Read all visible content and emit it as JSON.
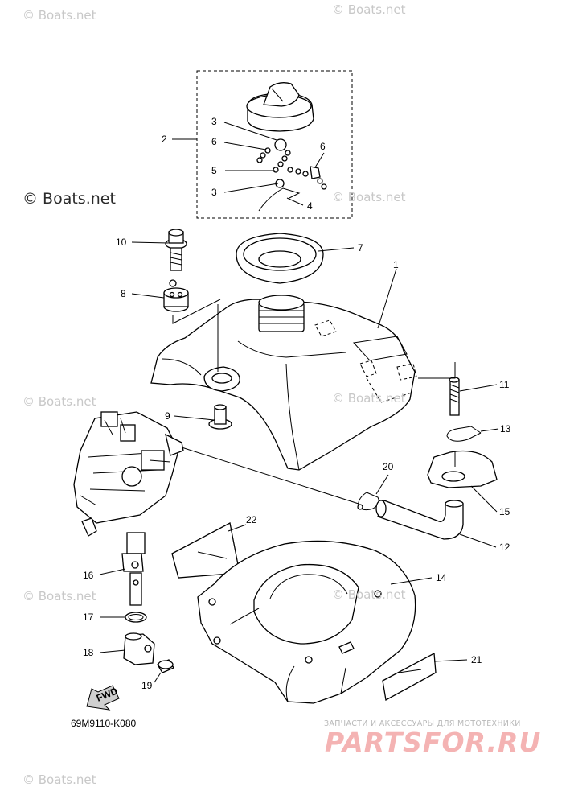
{
  "watermarks": [
    "© Boats.net",
    "© Boats.net",
    "© Boats.net",
    "© Boats.net",
    "© Boats.net",
    "© Boats.net",
    "© Boats.net",
    "© Boats.net",
    "© Boats.net"
  ],
  "callouts": {
    "c1": "1",
    "c2": "2",
    "c3a": "3",
    "c3b": "3",
    "c4": "4",
    "c5": "5",
    "c6a": "6",
    "c6b": "6",
    "c7": "7",
    "c8": "8",
    "c9": "9",
    "c10": "10",
    "c11": "11",
    "c12": "12",
    "c13": "13",
    "c14": "14",
    "c15": "15",
    "c16": "16",
    "c17": "17",
    "c18": "18",
    "c19": "19",
    "c20": "20",
    "c21": "21",
    "c22": "22"
  },
  "fwd_label": "FWD",
  "diagram_code": "69M9110-K080",
  "promo": {
    "tagline": "ЗАПЧАСТИ И АКСЕССУАРЫ ДЛЯ МОТОТЕХНИКИ",
    "brand": "PARTSFOR.RU"
  }
}
